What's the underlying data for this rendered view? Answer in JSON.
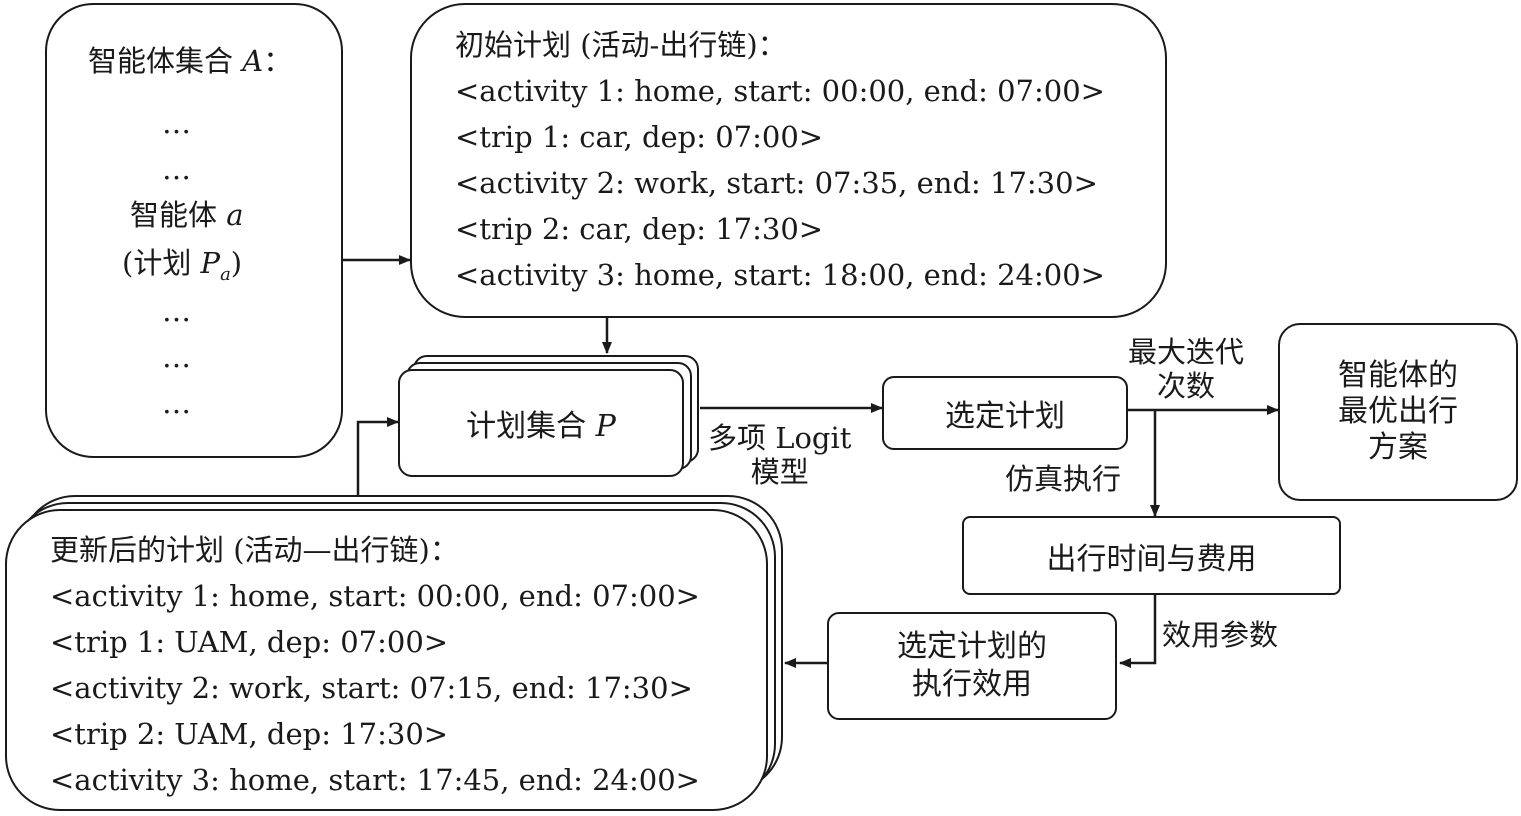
{
  "agent_set": {
    "title": "智能体集合",
    "title_var": "A",
    "title_suffix": "：",
    "dots": [
      "…",
      "…",
      "…",
      "…",
      "…"
    ],
    "agent_label": "智能体",
    "agent_var": "a",
    "plan_open": "(计划",
    "plan_var": "P",
    "plan_sub": "a",
    "plan_close": ")"
  },
  "initial_plan": {
    "title": "初始计划 (活动-出行链)：",
    "lines": [
      "<activity 1: home, start: 00:00, end: 07:00>",
      "<trip 1: car, dep: 07:00>",
      "<activity 2: work, start: 07:35, end: 17:30>",
      "<trip 2: car, dep: 17:30>",
      "<activity 3: home, start: 18:00, end: 24:00>"
    ]
  },
  "plan_set": {
    "label": "计划集合",
    "var": "P"
  },
  "logit_label": {
    "line1": "多项 Logit",
    "line2": "模型"
  },
  "select_plan": "选定计划",
  "max_iter": {
    "line1": "最大迭代",
    "line2": "次数"
  },
  "optimal": {
    "line1": "智能体的",
    "line2": "最优出行",
    "line3": "方案"
  },
  "simulate": "仿真执行",
  "travel_cost": "出行时间与费用",
  "utility_params": "效用参数",
  "exec_utility": {
    "line1": "选定计划的",
    "line2": "执行效用"
  },
  "updated_plan": {
    "title": "更新后的计划 (活动—出行链)：",
    "lines": [
      "<activity 1: home, start: 00:00, end: 07:00>",
      "<trip 1: UAM, dep: 07:00>",
      "<activity 2: work, start: 07:15, end: 17:30>",
      "<trip 2: UAM, dep: 17:30>",
      "<activity 3: home, start: 17:45, end: 24:00>"
    ]
  }
}
